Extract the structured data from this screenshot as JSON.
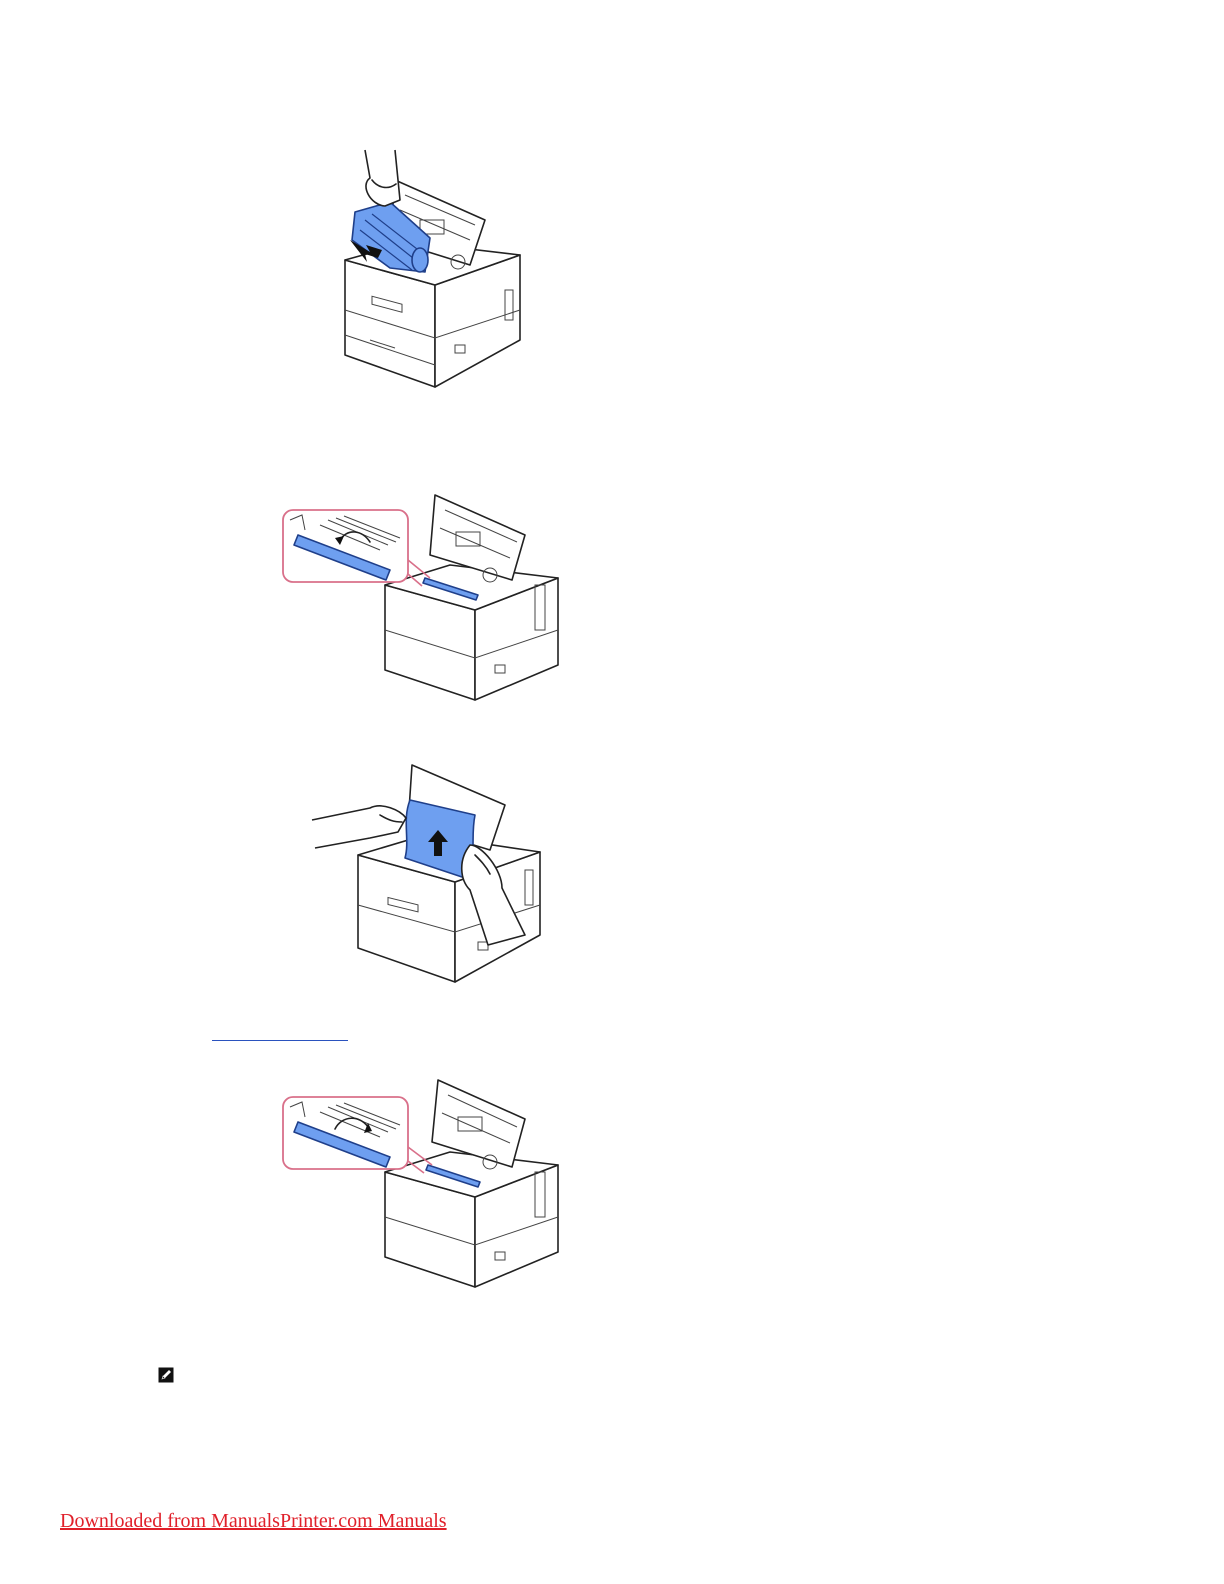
{
  "figures": [
    {
      "id": "fig-insert-toner",
      "description_icon": "printer-toner-cartridge-illustration"
    },
    {
      "id": "fig-lift-roller-guide",
      "description_icon": "printer-roller-callout-illustration"
    },
    {
      "id": "fig-pull-jammed-paper",
      "description_icon": "printer-paper-jam-illustration"
    },
    {
      "id": "fig-lower-roller-guide",
      "description_icon": "printer-roller-callout-illustration"
    }
  ],
  "colors": {
    "accent_blue": "#6e9ff0",
    "callout_pink": "#d9708a",
    "footer_red": "#e0202a",
    "link_blue": "#2a52be"
  },
  "note": {
    "icon": "note-pencil-icon"
  },
  "footer": {
    "link_text": "Downloaded from ManualsPrinter.com Manuals"
  }
}
